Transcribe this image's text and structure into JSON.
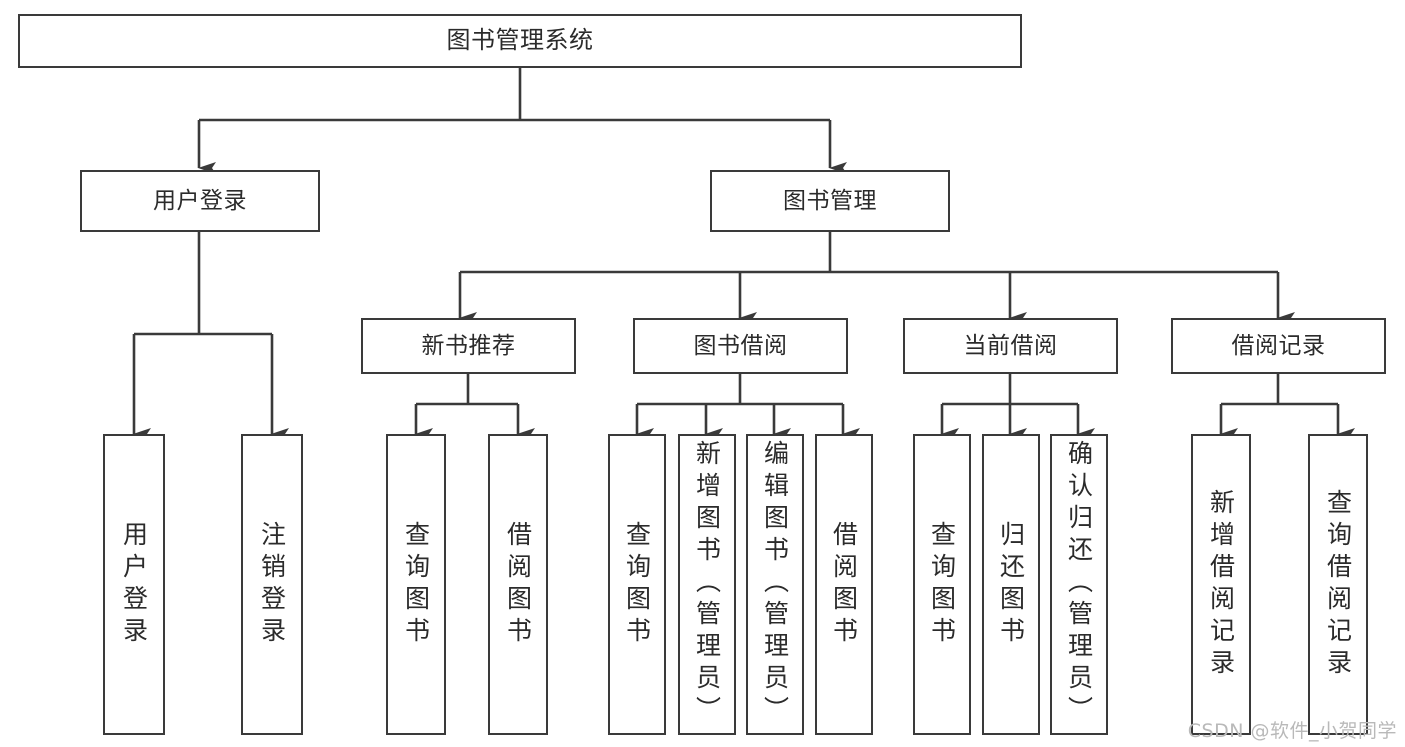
{
  "diagram": {
    "type": "tree",
    "title": "图书管理系统",
    "colors": {
      "stroke": "#3a3a3a",
      "fill": "#ffffff",
      "text": "#2b2b2b",
      "watermark": "#b9b9b9"
    },
    "root": {
      "label": "图书管理系统"
    },
    "level1": [
      {
        "label": "用户登录"
      },
      {
        "label": "图书管理"
      }
    ],
    "level2": [
      {
        "label": "新书推荐"
      },
      {
        "label": "图书借阅"
      },
      {
        "label": "当前借阅"
      },
      {
        "label": "借阅记录"
      }
    ],
    "leaves": {
      "user_login": [
        {
          "label": "用户登录"
        },
        {
          "label": "注销登录"
        }
      ],
      "new_book_recommend": [
        {
          "label": "查询图书"
        },
        {
          "label": "借阅图书"
        }
      ],
      "book_borrow": [
        {
          "label": "查询图书"
        },
        {
          "label": "新增图书（管理员）"
        },
        {
          "label": "编辑图书（管理员）"
        },
        {
          "label": "借阅图书"
        }
      ],
      "current_borrow": [
        {
          "label": "查询图书"
        },
        {
          "label": "归还图书"
        },
        {
          "label": "确认归还（管理员）"
        }
      ],
      "borrow_record": [
        {
          "label": "新增借阅记录"
        },
        {
          "label": "查询借阅记录"
        }
      ]
    }
  },
  "watermark": {
    "text": "CSDN @软件_小贺同学"
  }
}
